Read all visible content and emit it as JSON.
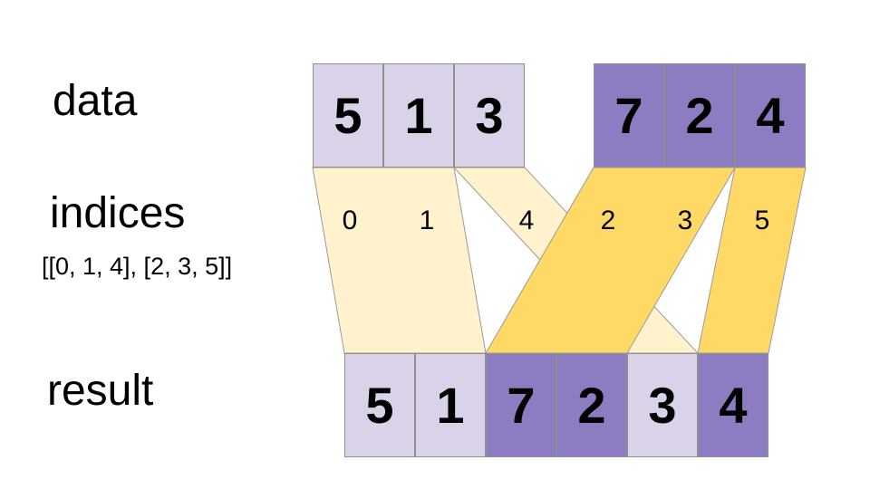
{
  "labels": {
    "data": "data",
    "indices": "indices",
    "indices_detail": "[[0, 1, 4], [2, 3, 5]]",
    "result": "result"
  },
  "data_row": {
    "group1": {
      "values": [
        "5",
        "1",
        "3"
      ]
    },
    "group2": {
      "values": [
        "7",
        "2",
        "4"
      ]
    }
  },
  "indices_row": {
    "group1": [
      "0",
      "1",
      "4"
    ],
    "group2": [
      "2",
      "3",
      "5"
    ]
  },
  "result_row": {
    "values": [
      "5",
      "1",
      "7",
      "2",
      "3",
      "4"
    ]
  },
  "colors": {
    "lavender": "#d9d2e9",
    "purple": "#8e7cc3",
    "cream": "#fff2cc",
    "gold": "#ffd966"
  }
}
